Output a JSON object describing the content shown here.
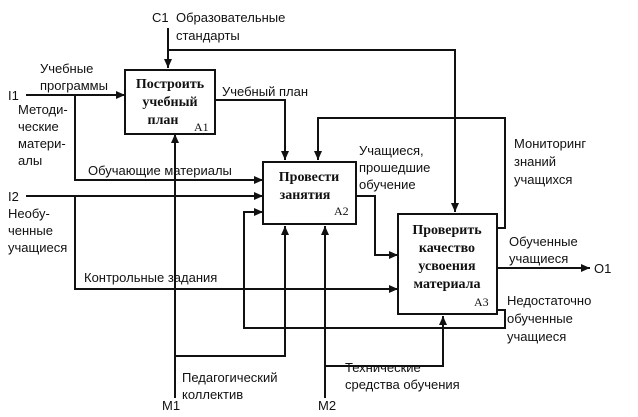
{
  "boxes": {
    "a1": {
      "title": [
        "Построить",
        "учебный",
        "план"
      ],
      "num": "A1"
    },
    "a2": {
      "title": [
        "Провести",
        "занятия"
      ],
      "num": "A2"
    },
    "a3": {
      "title": [
        "Проверить",
        "качество",
        "усвоения",
        "материала"
      ],
      "num": "A3"
    }
  },
  "codes": {
    "c1": "C1",
    "i1": "I1",
    "i2": "I2",
    "m1": "M1",
    "m2": "M2",
    "o1": "O1"
  },
  "labels": {
    "c1": [
      "Образовательные",
      "стандарты"
    ],
    "i1_programs": [
      "Учебные",
      "программы"
    ],
    "i1_materials": [
      "Методи-",
      "ческие",
      "матери-",
      "алы"
    ],
    "i2": [
      "Необу-",
      "ченные",
      "учащиеся"
    ],
    "study_plan": [
      "Учебный план"
    ],
    "training_materials": [
      "Обучающие материалы"
    ],
    "students_trained": [
      "Учащиеся,",
      "прошедшие",
      "обучение"
    ],
    "monitoring": [
      "Мониторинг",
      "знаний",
      "учащихся"
    ],
    "trained_students": [
      "Обученные",
      "учащиеся"
    ],
    "control_tasks": [
      "Контрольные задания"
    ],
    "undertrained": [
      "Недостаточно",
      "обученные",
      "учащиеся"
    ],
    "m1": [
      "Педагогический",
      "коллектив"
    ],
    "m2": [
      "Технические",
      "средства обучения"
    ]
  }
}
